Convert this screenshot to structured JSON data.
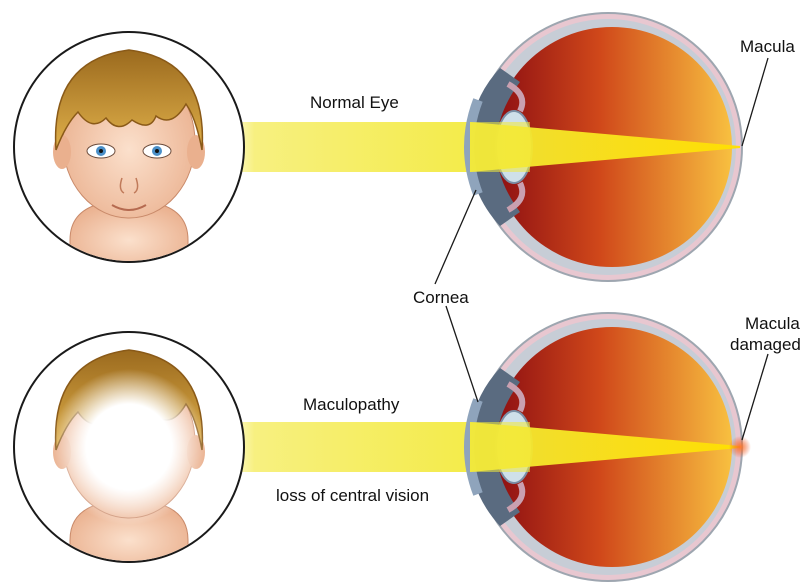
{
  "labels": {
    "normal_eye": "Normal Eye",
    "macula": "Macula",
    "cornea": "Cornea",
    "macula_damaged_line1": "Macula",
    "macula_damaged_line2": "damaged",
    "maculopathy": "Maculopathy",
    "loss_of_central_vision": "loss of central vision"
  },
  "colors": {
    "beam": "#f3ea3a",
    "beam_light": "#fbf6b8",
    "eyeball_inner_dark": "#8b0d12",
    "eyeball_inner_light": "#f6b53a",
    "sclera": "#c7cdd6",
    "hair": "#c8922e",
    "skin": "#f4c7a8",
    "damage_spot": "#e8532a"
  }
}
